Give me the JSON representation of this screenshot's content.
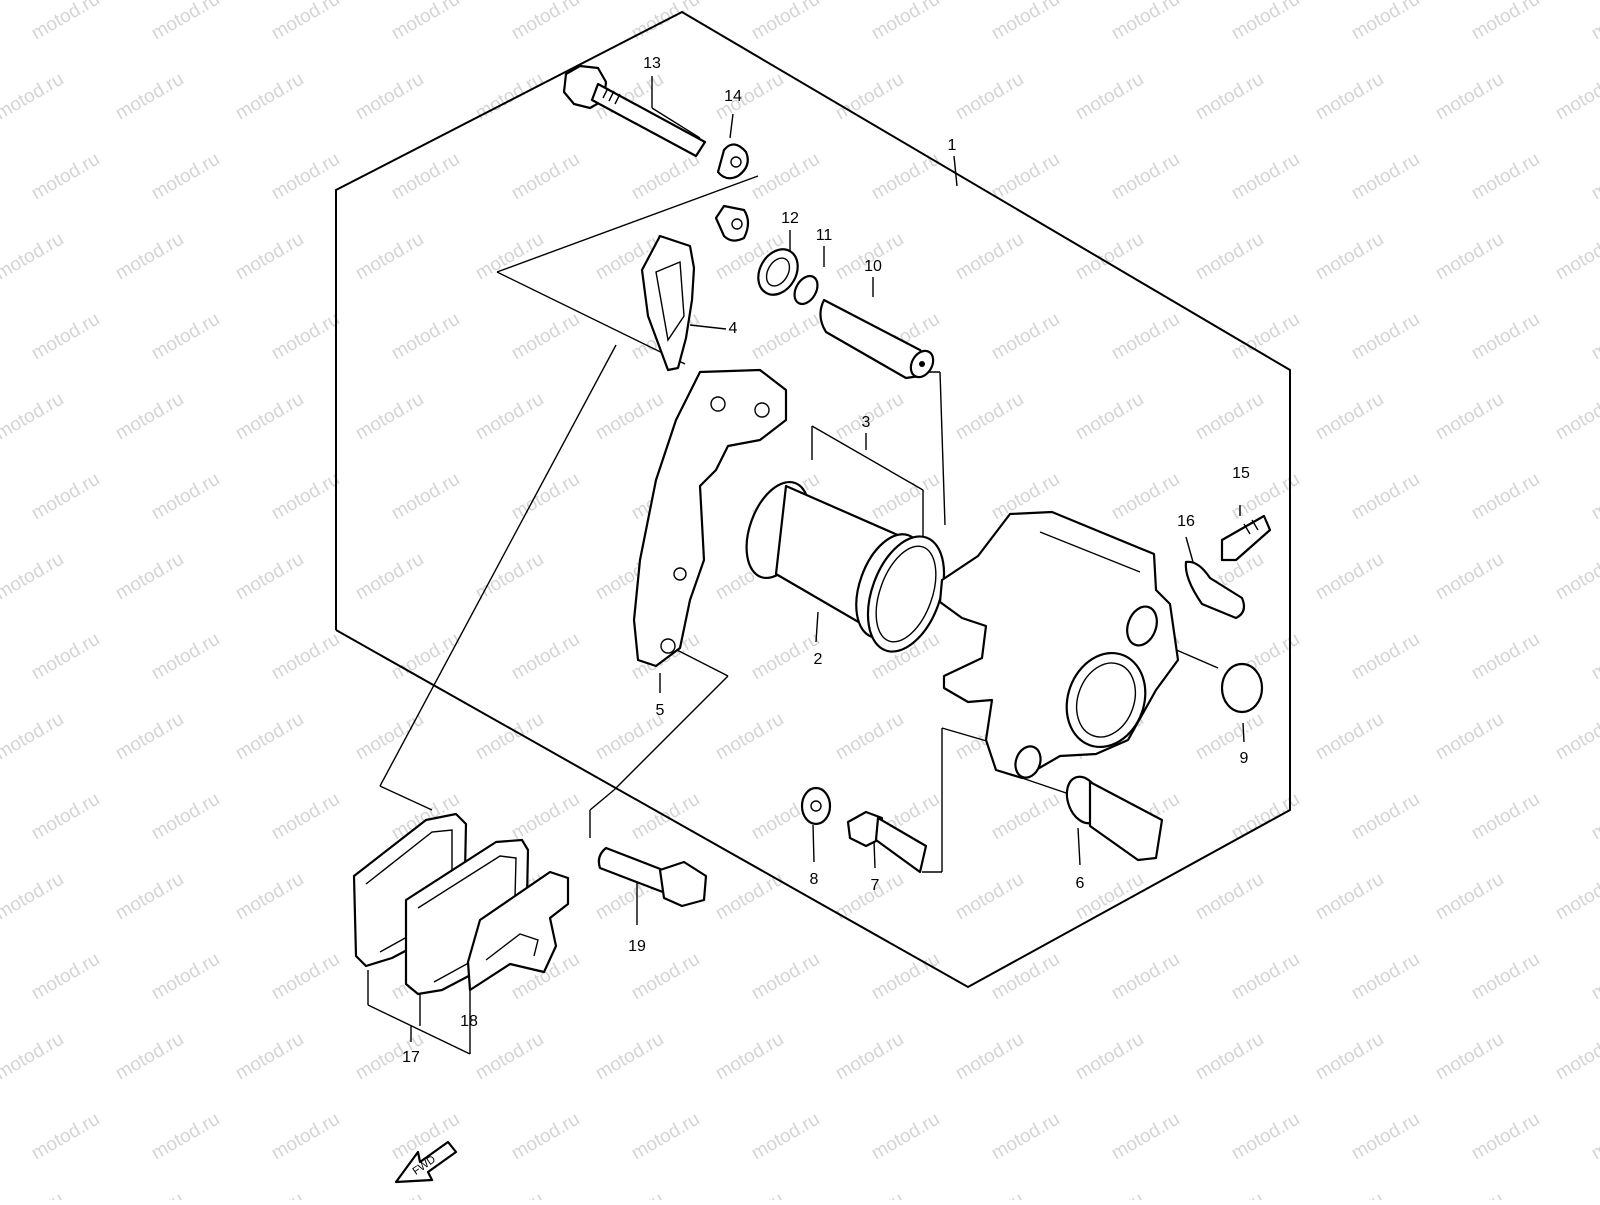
{
  "diagram": {
    "watermark_text": "motod.ru",
    "fwd_label": "FWD",
    "callouts": [
      {
        "id": "1",
        "label": "1"
      },
      {
        "id": "2",
        "label": "2"
      },
      {
        "id": "3",
        "label": "3"
      },
      {
        "id": "4",
        "label": "4"
      },
      {
        "id": "5",
        "label": "5"
      },
      {
        "id": "6",
        "label": "6"
      },
      {
        "id": "7",
        "label": "7"
      },
      {
        "id": "8",
        "label": "8"
      },
      {
        "id": "9",
        "label": "9"
      },
      {
        "id": "10",
        "label": "10"
      },
      {
        "id": "11",
        "label": "11"
      },
      {
        "id": "12",
        "label": "12"
      },
      {
        "id": "13",
        "label": "13"
      },
      {
        "id": "14",
        "label": "14"
      },
      {
        "id": "15",
        "label": "15"
      },
      {
        "id": "16",
        "label": "16"
      },
      {
        "id": "17",
        "label": "17"
      },
      {
        "id": "18",
        "label": "18"
      },
      {
        "id": "19",
        "label": "19"
      }
    ]
  }
}
